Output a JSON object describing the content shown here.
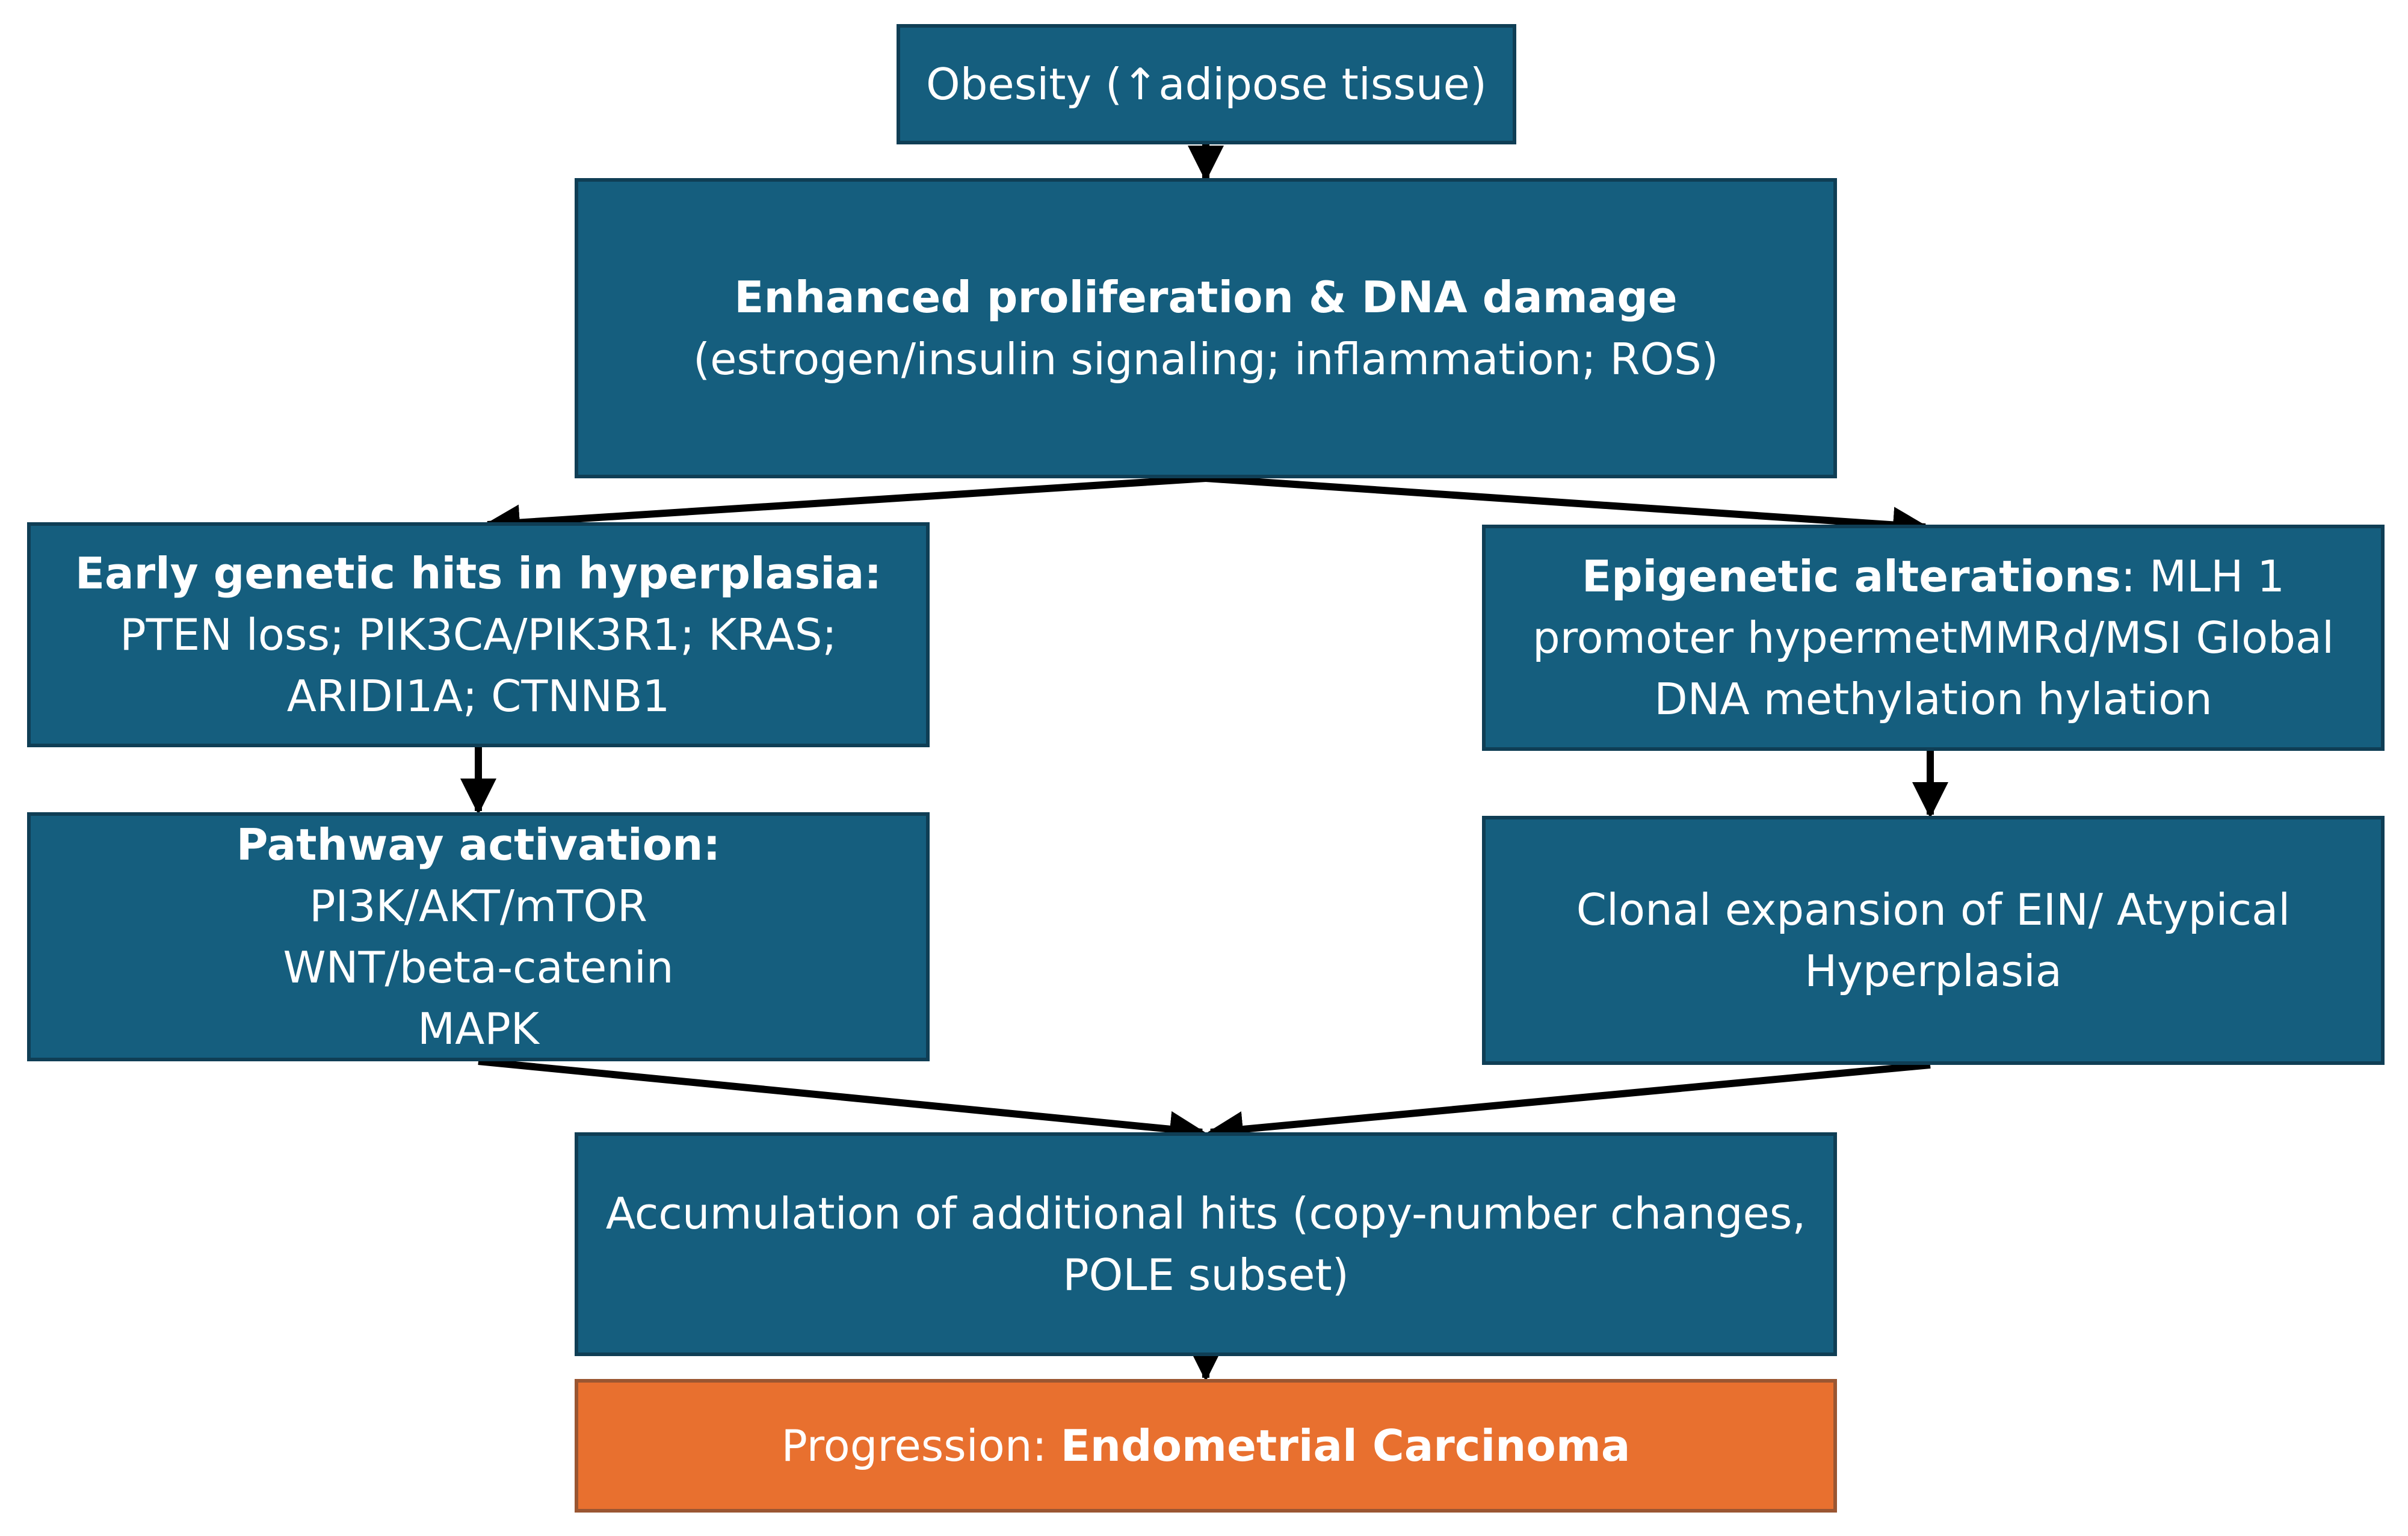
{
  "colors": {
    "box_fill": "#155e7e",
    "box_border": "#0f3e55",
    "final_fill": "#e8702f",
    "arrow": "#000000"
  },
  "nodes": {
    "obesity": {
      "text": "Obesity (↑adipose tissue)"
    },
    "proliferation": {
      "title": "Enhanced proliferation & DNA damage",
      "detail": "(estrogen/insulin signaling; inflammation; ROS)"
    },
    "early_hits": {
      "title": "Early genetic hits in hyperplasia:",
      "line1": "PTEN loss; PIK3CA/PIK3R1; KRAS;",
      "line2": "ARIDI1A; CTNNB1"
    },
    "epigenetic": {
      "title": "Epigenetic alterations",
      "title_rest": ": MLH 1",
      "line1": "promoter hypermetMMRd/MSI Global",
      "line2": "DNA methylation hylation"
    },
    "pathway": {
      "title": "Pathway activation:",
      "items": [
        "PI3K/AKT/mTOR",
        "WNT/beta-catenin",
        "MAPK"
      ]
    },
    "clonal": {
      "line1": "Clonal expansion of EIN/ Atypical",
      "line2": "Hyperplasia"
    },
    "accumulation": {
      "line1": "Accumulation of additional hits (copy-number changes,",
      "line2": "POLE subset)"
    },
    "progression": {
      "prefix": "Progression: ",
      "emphasis": "Endometrial Carcinoma"
    }
  }
}
